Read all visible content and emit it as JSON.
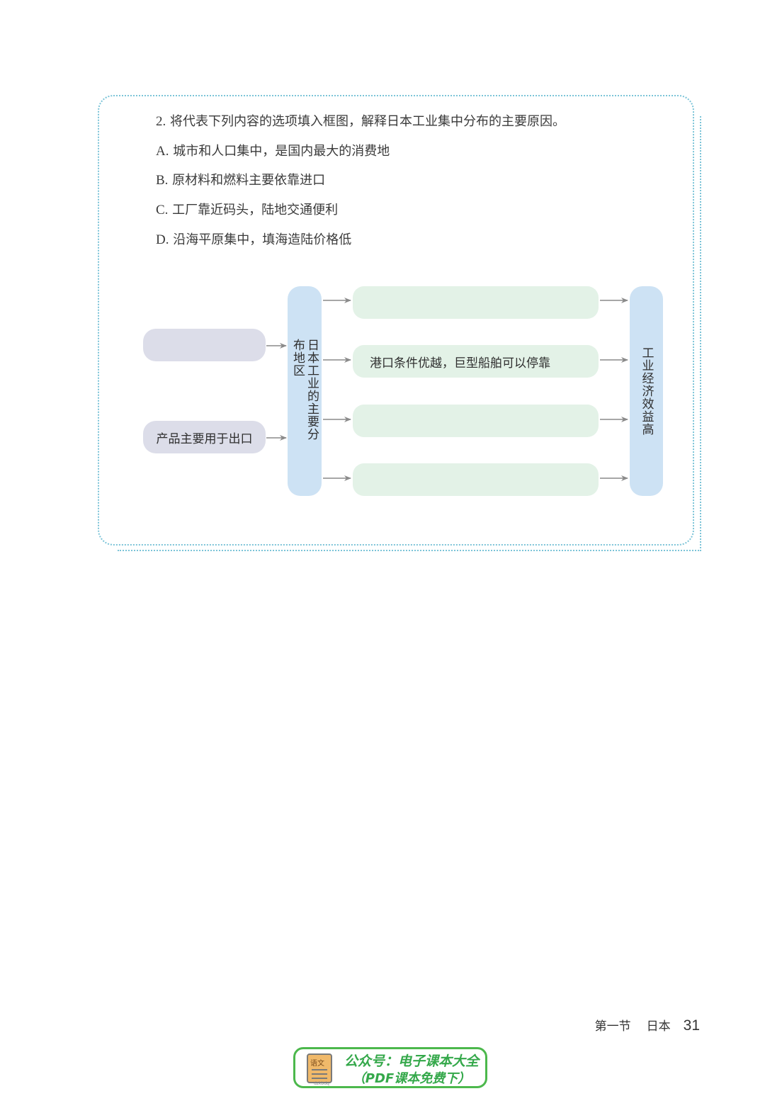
{
  "question": {
    "stem_number": "2.",
    "stem_text": "将代表下列内容的选项填入框图，解释日本工业集中分布的主要原因。",
    "options": [
      {
        "label": "A.",
        "text": "城市和人口集中，是国内最大的消费地"
      },
      {
        "label": "B.",
        "text": "原材料和燃料主要依靠进口"
      },
      {
        "label": "C.",
        "text": "工厂靠近码头，陆地交通便利"
      },
      {
        "label": "D.",
        "text": "沿海平原集中，填海造陆价格低"
      }
    ]
  },
  "diagram": {
    "left_boxes": [
      {
        "text": ""
      },
      {
        "text": "产品主要用于出口"
      }
    ],
    "center_box": "日本工业的主要分布地区",
    "middle_boxes": [
      {
        "text": ""
      },
      {
        "text": "港口条件优越，巨型船舶可以停靠"
      },
      {
        "text": ""
      },
      {
        "text": ""
      }
    ],
    "right_box": "工业经济效益高"
  },
  "footer": {
    "section": "第一节",
    "chapter": "日本",
    "page_number": "31"
  },
  "watermark": {
    "icon_label": "语文",
    "icon_sub": "dzkbdq",
    "line1": "公众号：电子课本大全",
    "line2": "（PDF课本免费下）"
  },
  "colors": {
    "panel_border": "#7cc4d8",
    "grey_box": "#dcdde9",
    "green_box": "#e3f2e7",
    "blue_box": "#cde2f4",
    "arrow": "#8a8a8a",
    "watermark": "#4cb84c"
  }
}
